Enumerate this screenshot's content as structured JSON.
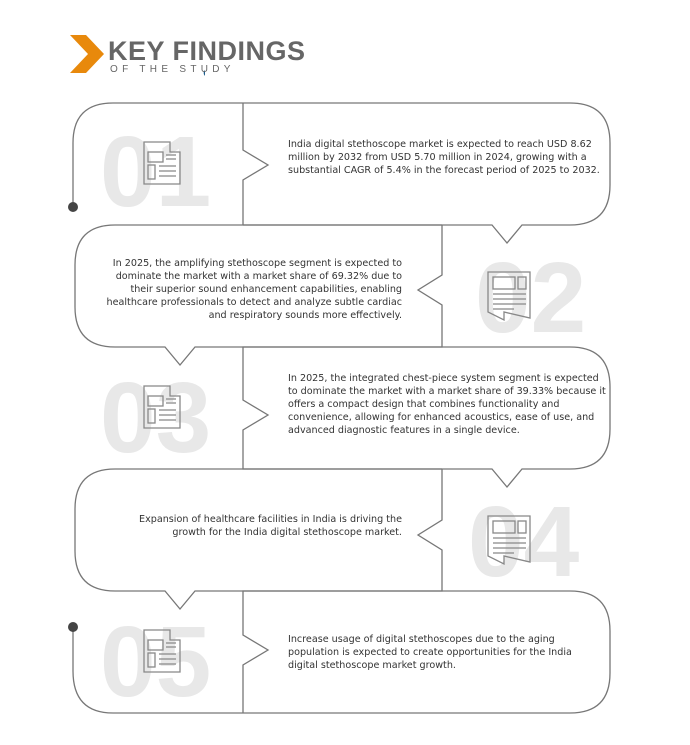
{
  "header": {
    "title": "KEY FINDINGS",
    "subtitle": "OF THE STUDY",
    "accent_color": "#e8890c"
  },
  "findings": [
    {
      "number": "01",
      "text": "India digital stethoscope market is expected to reach USD 8.62 million by 2032 from USD 5.70 million in 2024, growing with a substantial CAGR of  5.4% in the forecast period of 2025 to 2032."
    },
    {
      "number": "02",
      "text": "In 2025, the amplifying stethoscope segment is expected to dominate the market with a market share of 69.32% due to their superior sound enhancement capabilities, enabling healthcare professionals to detect and analyze subtle cardiac and respiratory sounds more effectively."
    },
    {
      "number": "03",
      "text": "In 2025, the integrated chest-piece system segment is expected to dominate the market with a market share of 39.33% because it offers a compact design that combines functionality and convenience, allowing for enhanced acoustics, ease of use, and advanced diagnostic features in a single device."
    },
    {
      "number": "04",
      "text": "Expansion of healthcare facilities in India is driving the growth for the India digital stethoscope market."
    },
    {
      "number": "05",
      "text": "Increase usage of digital stethoscopes due to the aging population is expected to create opportunities for the India digital stethoscope market growth."
    }
  ]
}
